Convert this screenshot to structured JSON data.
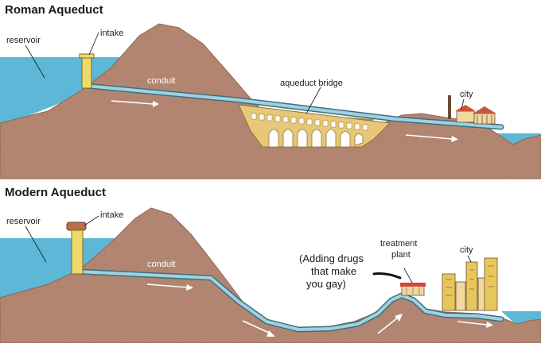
{
  "colors": {
    "earth": "#b28571",
    "earth_dark": "#8f6453",
    "water": "#5cb8d6",
    "pipe": "#9fd2e0",
    "pipe_edge": "#3e6f7c",
    "bridge": "#e6c878",
    "bridge_edge": "#8f7330",
    "intake": "#eed96a",
    "building": "#f0d8a0",
    "plant_roof": "#d0483a",
    "skyscraper": "#e8c75a"
  },
  "roman": {
    "title": "Roman Aqueduct",
    "labels": {
      "reservoir": "reservoir",
      "intake": "intake",
      "conduit": "conduit",
      "bridge": "aqueduct bridge",
      "city": "city"
    }
  },
  "modern": {
    "title": "Modern Aqueduct",
    "labels": {
      "reservoir": "reservoir",
      "intake": "intake",
      "conduit": "conduit",
      "treatment_line1": "treatment",
      "treatment_line2": "plant",
      "city": "city"
    },
    "annotation": [
      "(Adding drugs",
      "that make",
      "you gay)"
    ]
  }
}
